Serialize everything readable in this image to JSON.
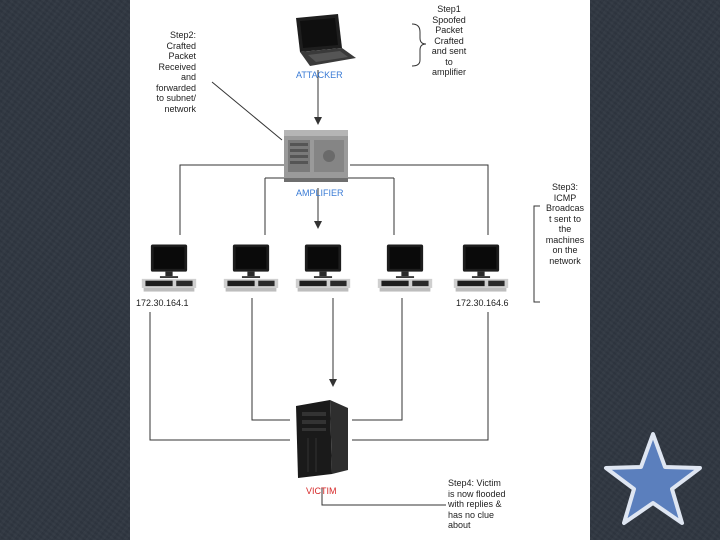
{
  "diagram": {
    "notes": {
      "step1": "Step1\nSpoofed\nPacket\nCrafted\nand sent\nto\namplifier",
      "step2": "Step2:\nCrafted\nPacket\nReceived\nand\nforwarded\nto subnet/\nnetwork",
      "step3": "Step3:\nICMP\nBroadcas\nt sent to\nthe\nmachines\non the\nnetwork",
      "step4": "Step4: Victim\nis now flooded\nwith replies &\nhas no clue\nabout"
    },
    "nodes": {
      "attacker": "ATTACKER",
      "amplifier": "AMPLIFIER",
      "victim": "VICTIM"
    },
    "ips": {
      "first": "172.30.164.1",
      "last": "172.30.164.6"
    }
  },
  "colors": {
    "background": "#2f3640",
    "panel": "#ffffff",
    "node_label": "#3a7bd5",
    "victim_label": "#d62828",
    "star_fill": "#5b7fbd",
    "star_stroke": "#dfe6f2"
  },
  "icons": [
    "laptop-icon",
    "server-icon",
    "desktop-computer-icon",
    "tower-computer-icon",
    "star-icon"
  ]
}
